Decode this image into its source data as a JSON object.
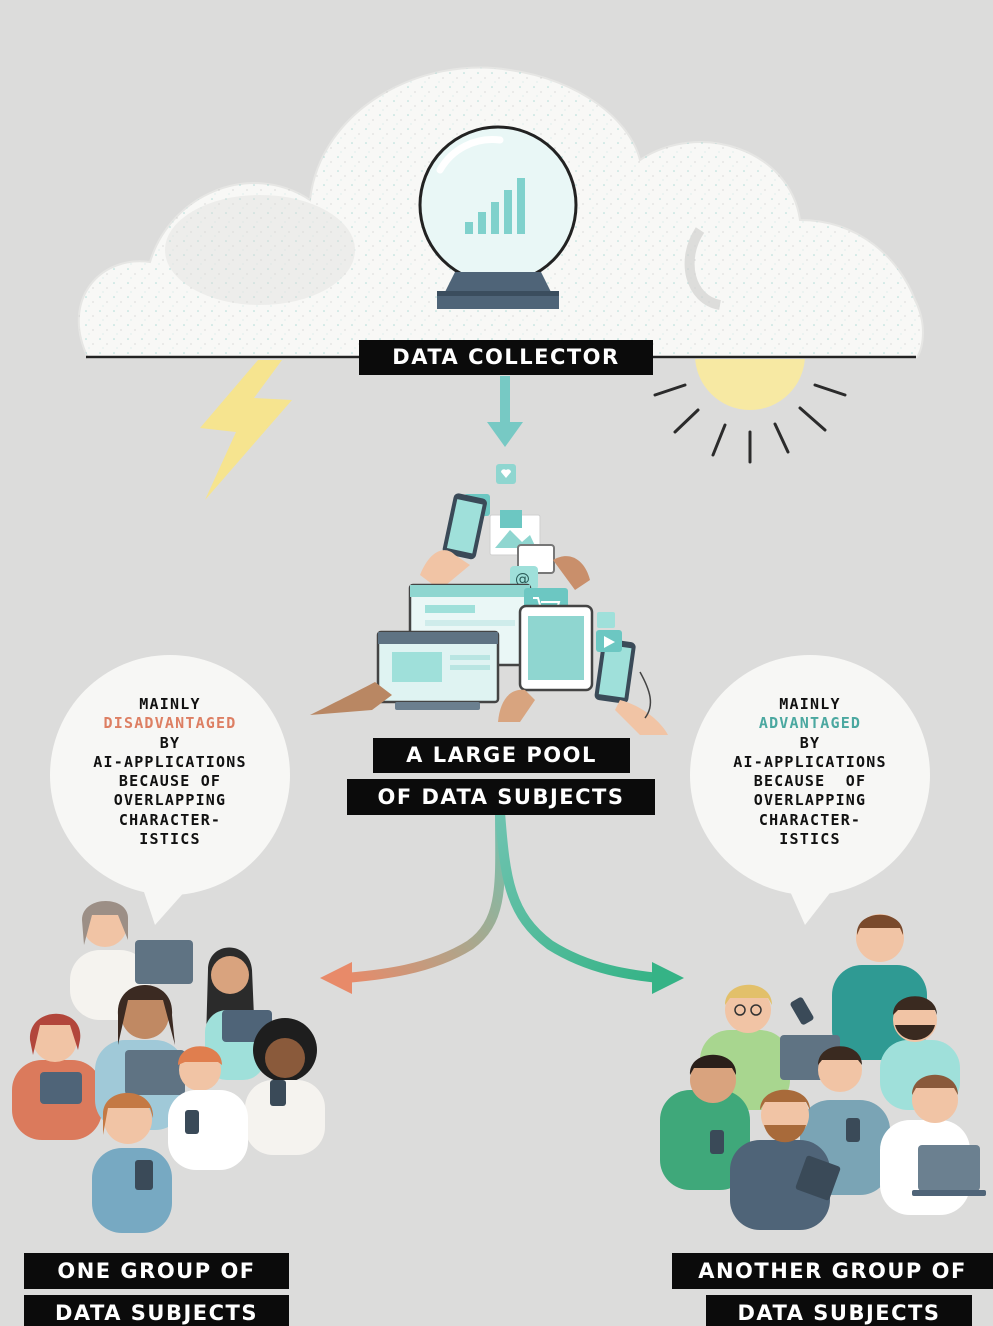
{
  "labels": {
    "collector": "DATA COLLECTOR",
    "pool_line1": "A LARGE POOL",
    "pool_line2": "OF DATA SUBJECTS",
    "group_one_line1": "ONE GROUP OF",
    "group_one_line2": "DATA SUBJECTS",
    "group_two_line1": "ANOTHER GROUP OF",
    "group_two_line2": "DATA SUBJECTS"
  },
  "bubble_left": {
    "line1": "MAINLY",
    "highlight": "DISADVANTAGED",
    "line3": "BY",
    "line4": "AI-APPLICATIONS",
    "line5": "BECAUSE OF",
    "line6": "OVERLAPPING",
    "line7": "CHARACTER-",
    "line8": "ISTICS"
  },
  "bubble_right": {
    "line1": "MAINLY",
    "highlight": "ADVANTAGED",
    "line3": "BY",
    "line4": "AI-APPLICATIONS",
    "line5": "BECAUSE  OF",
    "line6": "OVERLAPPING",
    "line7": "CHARACTER-",
    "line8": "ISTICS"
  },
  "colors": {
    "disadvantaged": "#dd7f63",
    "advantaged": "#4ba8a0",
    "teal": "#6cc7c2",
    "label_bg": "#0b0b0b",
    "background": "#dcdcdb"
  }
}
